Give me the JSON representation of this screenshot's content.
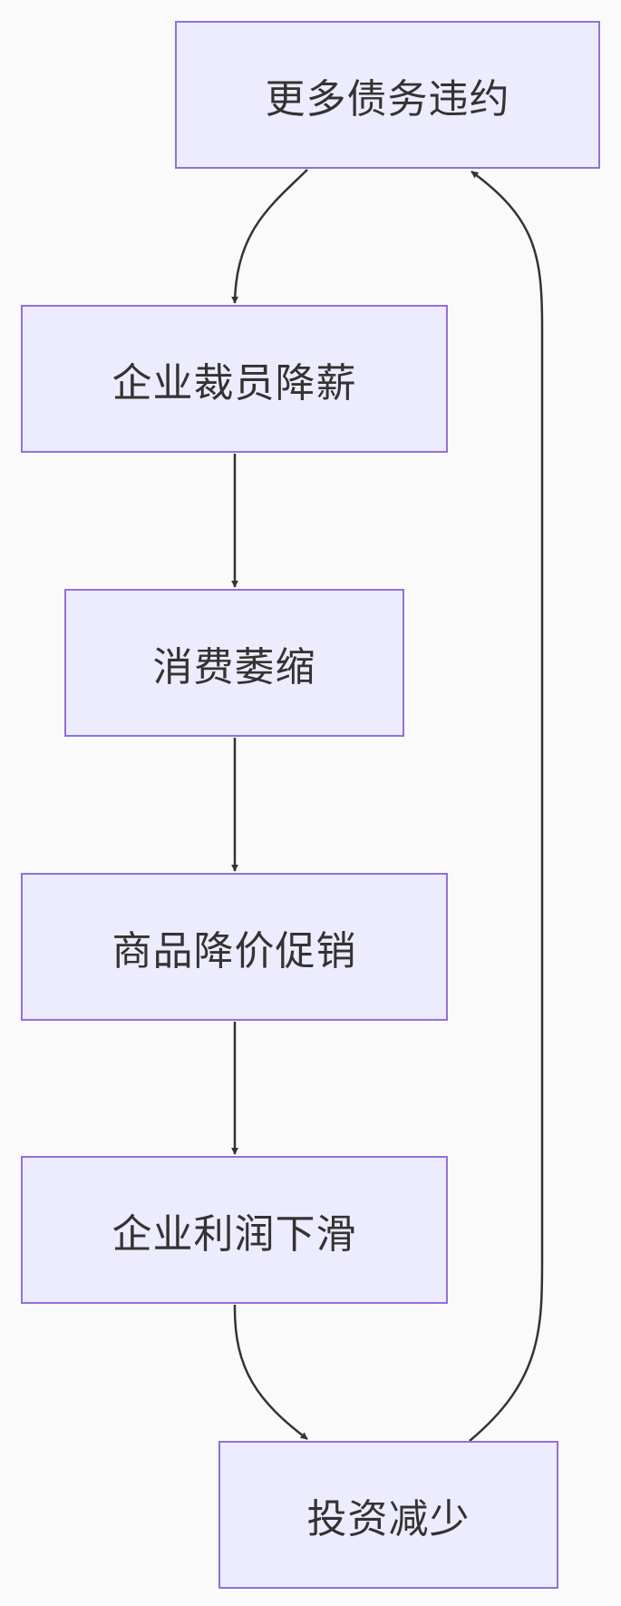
{
  "diagram": {
    "type": "flowchart",
    "colors": {
      "node_fill": "#ececfe",
      "node_border": "#9370db",
      "text": "#333333",
      "edge": "#333333",
      "background": "#fafafa"
    },
    "nodes": {
      "debt_default": "更多债务违约",
      "layoffs_pay_cuts": "企业裁员降薪",
      "consumption_shrink": "消费萎缩",
      "price_cuts_promotion": "商品降价促销",
      "profit_decline": "企业利润下滑",
      "investment_decrease": "投资减少"
    },
    "edges": [
      {
        "from": "debt_default",
        "to": "layoffs_pay_cuts"
      },
      {
        "from": "layoffs_pay_cuts",
        "to": "consumption_shrink"
      },
      {
        "from": "consumption_shrink",
        "to": "price_cuts_promotion"
      },
      {
        "from": "price_cuts_promotion",
        "to": "profit_decline"
      },
      {
        "from": "profit_decline",
        "to": "investment_decrease"
      },
      {
        "from": "investment_decrease",
        "to": "debt_default"
      }
    ]
  }
}
